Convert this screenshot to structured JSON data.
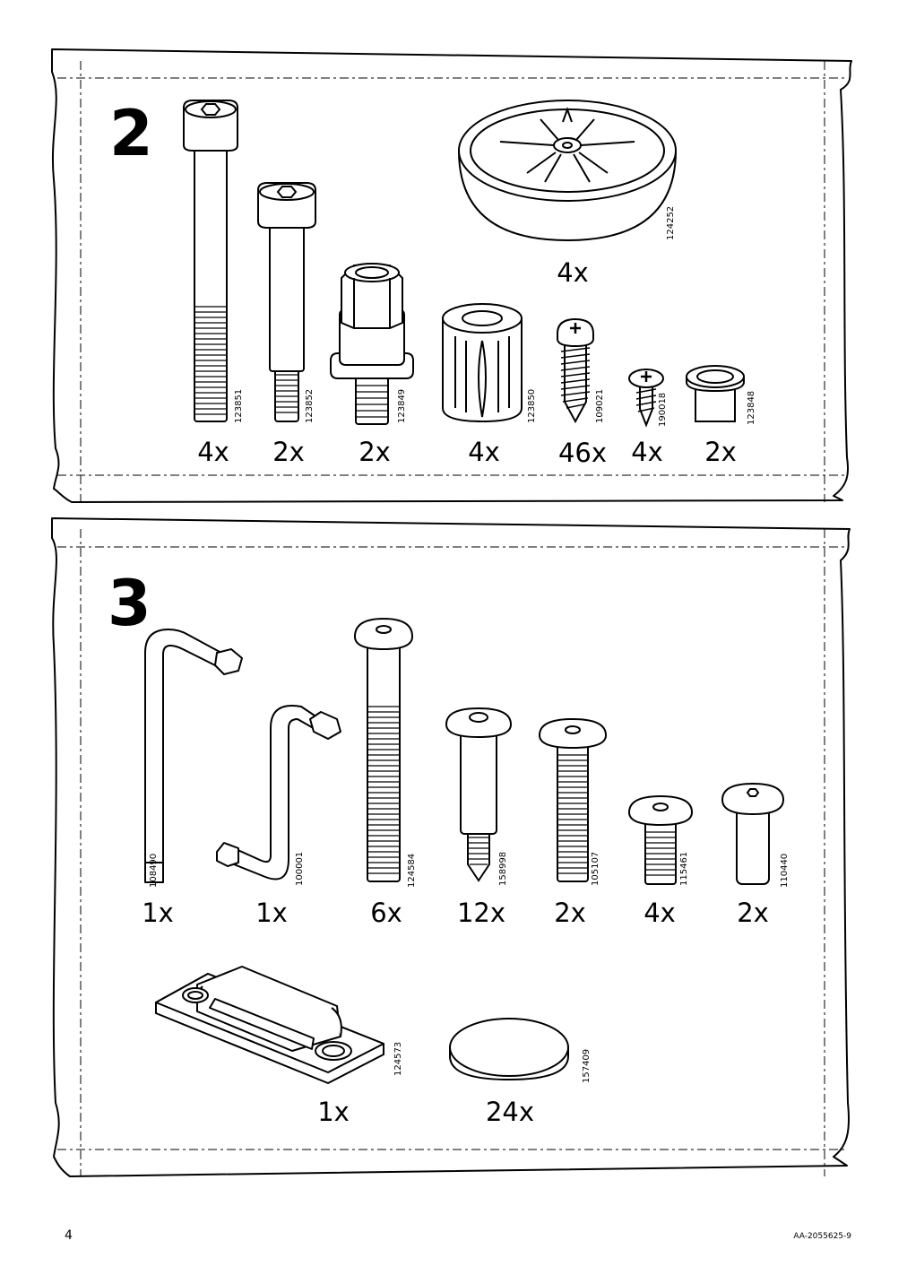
{
  "page_number": "4",
  "document_id": "AA-2055625-9",
  "steps": [
    {
      "number": "2",
      "parts": [
        {
          "icon": "cap-screw-long-icon",
          "code": "123851",
          "qty": "4x"
        },
        {
          "icon": "cap-screw-short-icon",
          "code": "123852",
          "qty": "2x"
        },
        {
          "icon": "hex-connector-bolt-icon",
          "code": "123849",
          "qty": "2x"
        },
        {
          "icon": "plastic-sleeve-icon",
          "code": "123850",
          "qty": "4x"
        },
        {
          "icon": "pan-head-wood-screw-icon",
          "code": "109021",
          "qty": "46x"
        },
        {
          "icon": "small-wood-screw-icon",
          "code": "190018",
          "qty": "4x"
        },
        {
          "icon": "flanged-bushing-icon",
          "code": "123848",
          "qty": "2x"
        },
        {
          "icon": "furniture-foot-glide-icon",
          "code": "124252",
          "qty": "4x"
        }
      ]
    },
    {
      "number": "3",
      "parts": [
        {
          "icon": "long-allen-key-icon",
          "code": "108490",
          "qty": "1x"
        },
        {
          "icon": "z-allen-key-icon",
          "code": "100001",
          "qty": "1x"
        },
        {
          "icon": "long-button-head-bolt-icon",
          "code": "124584",
          "qty": "6x"
        },
        {
          "icon": "stepped-pin-screw-icon",
          "code": "158998",
          "qty": "12x"
        },
        {
          "icon": "button-head-bolt-icon",
          "code": "105107",
          "qty": "2x"
        },
        {
          "icon": "short-button-head-bolt-icon",
          "code": "115461",
          "qty": "4x"
        },
        {
          "icon": "barrel-nut-icon",
          "code": "110440",
          "qty": "2x"
        },
        {
          "icon": "connector-bracket-icon",
          "code": "124573",
          "qty": "1x"
        },
        {
          "icon": "cover-cap-icon",
          "code": "157409",
          "qty": "24x"
        }
      ]
    }
  ]
}
